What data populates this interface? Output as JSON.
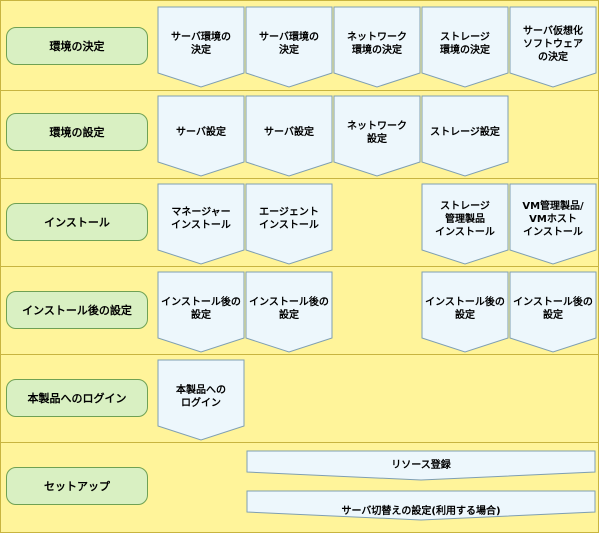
{
  "phases": [
    {
      "label": "環境の決定"
    },
    {
      "label": "環境の設定"
    },
    {
      "label": "インストール"
    },
    {
      "label": "インストール後の設定"
    },
    {
      "label": "本製品へのログイン"
    },
    {
      "label": "セットアップ"
    }
  ],
  "steps": {
    "decide": [
      "サーバ環境の\n決定",
      "サーバ環境の\n決定",
      "ネットワーク\n環境の決定",
      "ストレージ\n環境の決定",
      "サーバ仮想化\nソフトウェア\nの決定"
    ],
    "configure": [
      "サーバ設定",
      "サーバ設定",
      "ネットワーク\n設定",
      "ストレージ設定"
    ],
    "install": [
      "マネージャー\nインストール",
      "エージェント\nインストール",
      "ストレージ\n管理製品\nインストール",
      "VM管理製品/\nVMホスト\nインストール"
    ],
    "post_install": [
      "インストール後の\n設定",
      "インストール後の\n設定",
      "インストール後の\n設定",
      "インストール後の\n設定"
    ],
    "login": [
      "本製品への\nログイン"
    ]
  },
  "setup": {
    "register": "リソース登録",
    "switchover": "サーバ切替えの設定(利用する場合)"
  },
  "colors": {
    "band": "#fff49a",
    "pill": "#d9f0c2",
    "pill_border": "#6fa154",
    "step_fill": "#edf7fc",
    "step_border": "#7f9fb2"
  }
}
